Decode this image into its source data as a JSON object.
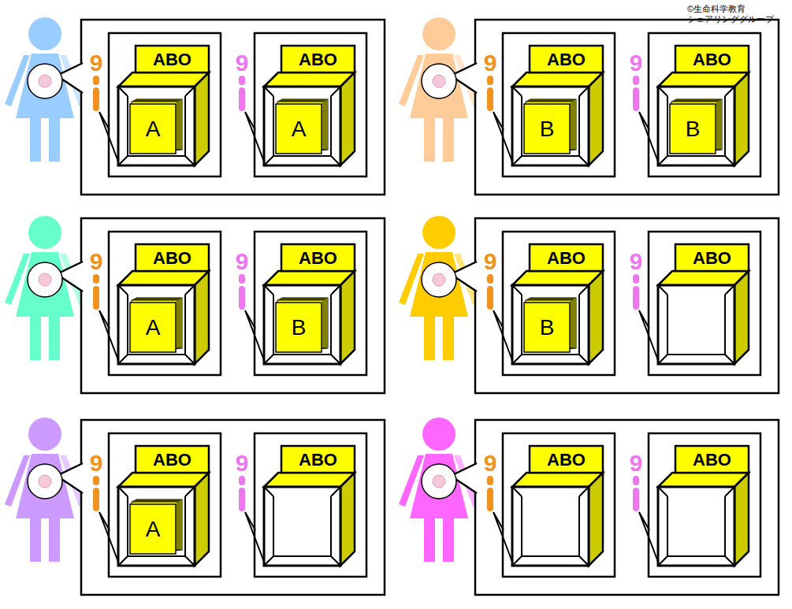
{
  "diagram": {
    "nodes": [
      {
        "text": [
          "ABO"
        ]
      },
      {
        "text": [
          "A"
        ],
        "in": 0
      },
      {
        "text": [
          "ABO"
        ]
      },
      {
        "text": [
          "A"
        ],
        "in": 2
      },
      {
        "text": [
          "ABO"
        ]
      },
      {
        "text": [
          "B"
        ],
        "in": 4
      },
      {
        "text": [
          "ABO"
        ]
      },
      {
        "text": [
          "B"
        ],
        "in": 6
      },
      {
        "text": [
          "ABO"
        ]
      },
      {
        "text": [
          "A"
        ],
        "in": 8
      },
      {
        "text": [
          "ABO"
        ]
      },
      {
        "text": [
          "B"
        ],
        "in": 10
      },
      {
        "text": [
          "ABO"
        ]
      },
      {
        "text": [
          "B"
        ],
        "in": 12
      },
      {
        "text": [
          "ABO"
        ]
      },
      {
        "text": [
          "ABO"
        ]
      },
      {
        "text": [
          "A"
        ],
        "in": 15
      },
      {
        "text": [
          "ABO"
        ]
      },
      {
        "text": [
          "ABO"
        ]
      },
      {
        "text": [
          "ABO"
        ]
      }
    ],
    "labels": [
      "9",
      "9",
      "9",
      "9",
      "9",
      "9",
      "9",
      "9",
      "9",
      "9",
      "9",
      "9",
      "©生命科学教育",
      "シェアリンググループ"
    ]
  }
}
